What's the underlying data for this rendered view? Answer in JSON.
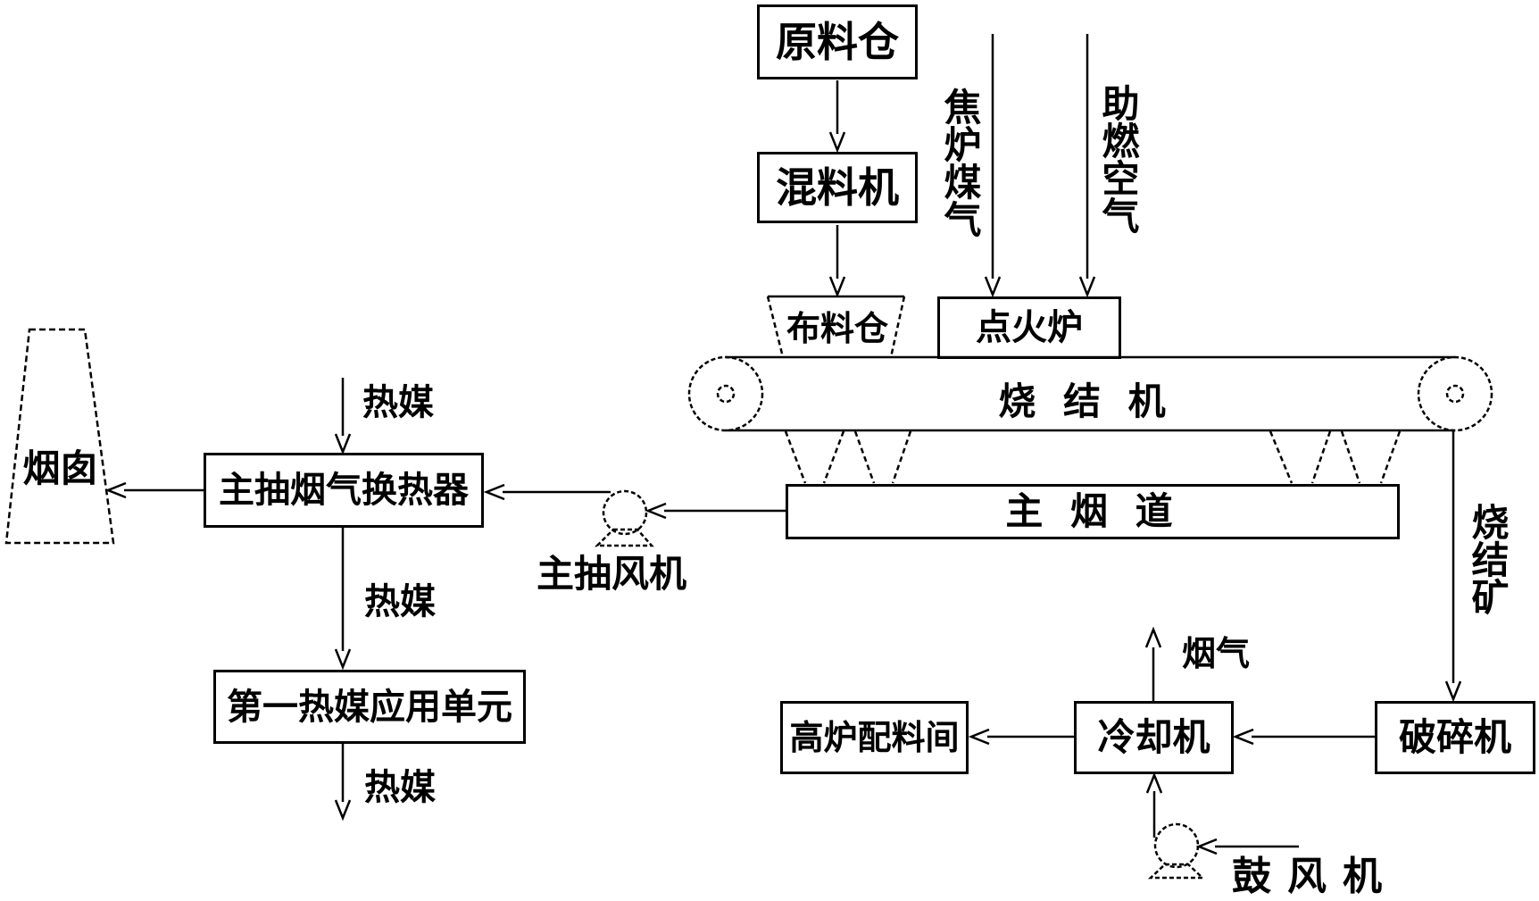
{
  "nodes": {
    "raw_material_bin": "原料仓",
    "mixer": "混料机",
    "distribution_bin": "布料仓",
    "ignition_furnace": "点火炉",
    "sintering_machine": "烧 结 机",
    "main_flue": "主 烟 道",
    "main_exhaust_fan": "主抽风机",
    "heat_exchanger": "主抽烟气换热器",
    "chimney": "烟囱",
    "first_heat_medium_unit": "第一热媒应用单元",
    "blast_furnace_batching_room": "高炉配料间",
    "cooler": "冷却机",
    "crusher": "破碎机",
    "blower": "鼓风机"
  },
  "streams": {
    "coke_oven_gas": "焦炉煤气",
    "combustion_air": "助燃空气",
    "heat_medium_in": "热媒",
    "heat_medium_mid": "热媒",
    "heat_medium_out": "热媒",
    "sinter_ore": "烧结矿",
    "flue_gas": "烟气"
  },
  "colors": {
    "ink": "#000000",
    "paper": "#ffffff"
  }
}
